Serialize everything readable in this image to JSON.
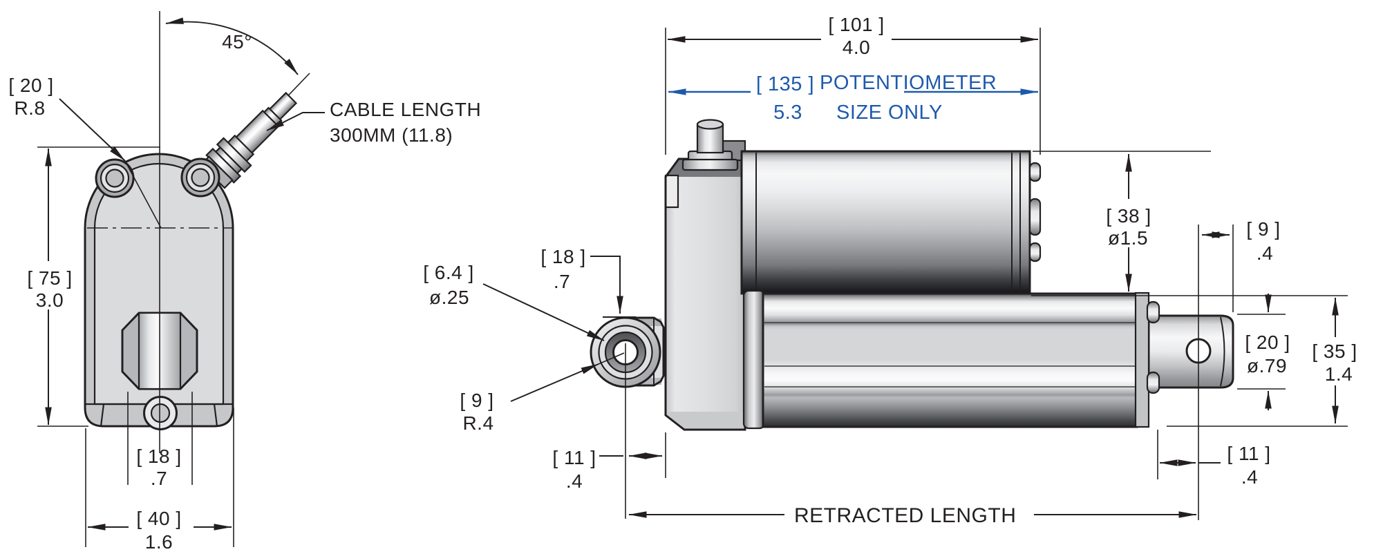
{
  "drawing_type": "linear-actuator-dimension-drawing",
  "colors": {
    "ink": "#231F20",
    "accent_blue": "#1E5AAB",
    "metal_light": "#E8E9EA",
    "metal_mid": "#C7C8CA",
    "metal_dark": "#232426"
  },
  "views": {
    "end_view": {
      "angle": "45°",
      "corner_radius": {
        "mm": "[ 20 ]",
        "inch": "R.8"
      },
      "cable_note": {
        "line1": "CABLE LENGTH",
        "line2": "300MM (11.8)"
      },
      "body_height": {
        "mm": "[ 75 ]",
        "inch": "3.0"
      },
      "slot_width": {
        "mm": "[ 18 ]",
        "inch": ".7"
      },
      "body_width": {
        "mm": "[ 40 ]",
        "inch": "1.6"
      }
    },
    "side_view": {
      "housing_length": {
        "mm": "[ 101 ]",
        "inch": "4.0"
      },
      "potentiometer_length": {
        "mm": "[ 135 ]",
        "inch": "5.3"
      },
      "potentiometer_note": {
        "line1": "POTENTIOMETER",
        "line2": "SIZE ONLY"
      },
      "motor_diameter": {
        "mm": "[ 38 ]",
        "inch": "ø1.5"
      },
      "rod_hole_inset": {
        "mm": "[ 9 ]",
        "inch": ".4"
      },
      "rod_diameter": {
        "mm": "[ 20 ]",
        "inch": "ø.79"
      },
      "tube_height": {
        "mm": "[ 35 ]",
        "inch": "1.4"
      },
      "rod_protrusion": {
        "mm": "[ 11 ]",
        "inch": ".4"
      },
      "clevis_height": {
        "mm": "[ 18 ]",
        "inch": ".7"
      },
      "clevis_hole_diameter": {
        "mm": "[ 6.4 ]",
        "inch": "ø.25"
      },
      "clevis_radius": {
        "mm": "[ 9 ]",
        "inch": "R.4"
      },
      "clevis_to_housing": {
        "mm": "[ 11 ]",
        "inch": ".4"
      },
      "retracted_length_label": "RETRACTED LENGTH"
    }
  }
}
